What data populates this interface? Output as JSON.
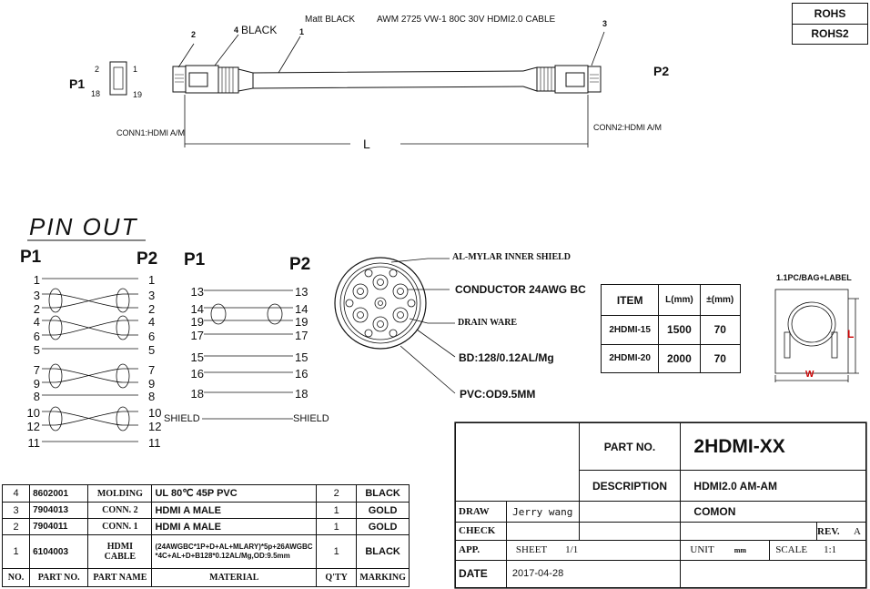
{
  "rohs": {
    "r1": "ROHS",
    "r2": "ROHS2"
  },
  "cable": {
    "p1": "P1",
    "p2": "P2",
    "callout_black": "BLACK",
    "callout_2": "2",
    "callout_4": "4",
    "callout_1": "1",
    "callout_3": "3",
    "matt_black": "Matt  BLACK",
    "awm": "AWM 2725 VW-1 80C  30V  HDMI2.0 CABLE",
    "conn_pin_tl": "2",
    "conn_pin_tr": "1",
    "conn_pin_bl": "18",
    "conn_pin_br": "19",
    "conn1": "CONN1:HDMI A/M",
    "conn2": "CONN2:HDMI A/M",
    "length": "L"
  },
  "pinout": {
    "title": "PIN OUT",
    "p1": "P1",
    "p2": "P2",
    "left_col": [
      "1",
      "3",
      "2",
      "4",
      "6",
      "5",
      "7",
      "9",
      "8",
      "10",
      "12",
      "11"
    ],
    "right_col": [
      "1",
      "3",
      "2",
      "4",
      "6",
      "5",
      "7",
      "9",
      "8",
      "10",
      "12",
      "11"
    ],
    "mid_left": [
      "13",
      "14",
      "19",
      "17",
      "15",
      "16",
      "18"
    ],
    "mid_right": [
      "13",
      "14",
      "19",
      "17",
      "15",
      "16",
      "18"
    ],
    "shield": "SHIELD"
  },
  "cross_section": {
    "mylar": "AL-MYLAR INNER SHIELD",
    "conductor": "CONDUCTOR 24AWG BC",
    "drain": "DRAIN WARE",
    "bd": "BD:128/0.12AL/Mg",
    "pvc": "PVC:OD9.5MM"
  },
  "item_table": {
    "headers": [
      "ITEM",
      "L(mm)",
      "±(mm)"
    ],
    "rows": [
      [
        "2HDMI-15",
        "1500",
        "70"
      ],
      [
        "2HDMI-20",
        "2000",
        "70"
      ]
    ]
  },
  "pack": {
    "label": "1.1PC/BAG+LABEL",
    "w": "W",
    "l": "L"
  },
  "bom": {
    "headers": [
      "NO.",
      "PART NO.",
      "PART NAME",
      "MATERIAL",
      "Q'TY",
      "MARKING"
    ],
    "rows": [
      [
        "4",
        "8602001",
        "MOLDING",
        "UL 80℃ 45P PVC",
        "2",
        "BLACK"
      ],
      [
        "3",
        "7904013",
        "CONN. 2",
        "HDMI A MALE",
        "1",
        "GOLD"
      ],
      [
        "2",
        "7904011",
        "CONN. 1",
        "HDMI A MALE",
        "1",
        "GOLD"
      ],
      [
        "1",
        "6104003",
        "HDMI CABLE",
        "(24AWGBC*1P+D+AL+MLARY)*5p+26AWGBC *4C+AL+D+B128*0.12AL/Mg,OD:9.5mm",
        "1",
        "BLACK"
      ]
    ]
  },
  "title_block": {
    "part_no_label": "PART NO.",
    "part_no": "2HDMI-XX",
    "desc_label": "DESCRIPTION",
    "desc": "HDMI2.0 AM-AM",
    "draw_label": "DRAW",
    "drawer": "Jerry wang",
    "company": "COMON",
    "check_label": "CHECK",
    "rev_label": "REV.",
    "rev": "A",
    "app_label": "APP.",
    "sheet_label": "SHEET",
    "sheet": "1/1",
    "unit_label": "UNIT",
    "unit": "mm",
    "scale_label": "SCALE",
    "scale": "1:1",
    "date_label": "DATE",
    "date": "2017-04-28"
  }
}
